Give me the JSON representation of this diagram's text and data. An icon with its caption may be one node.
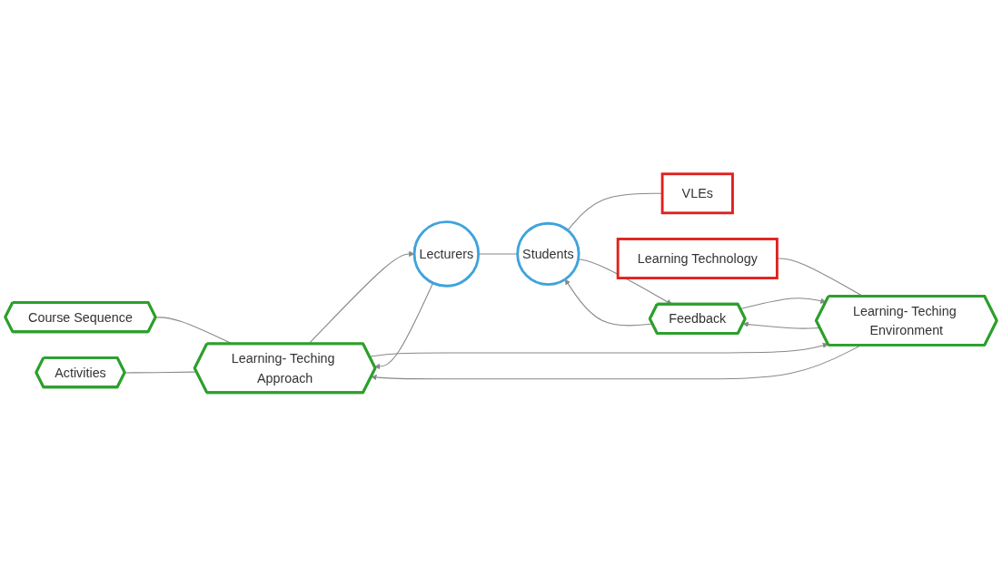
{
  "diagram": {
    "nodes": [
      {
        "text": [
          "Course Sequence"
        ]
      },
      {
        "text": [
          "Activities"
        ]
      },
      {
        "text": [
          "Learning- Teching Approach"
        ]
      },
      {
        "text": [
          "Lecturers"
        ]
      },
      {
        "text": [
          "Students"
        ]
      },
      {
        "text": [
          "VLEs"
        ]
      },
      {
        "text": [
          "Learning Technology"
        ]
      },
      {
        "text": [
          "Learning- Teching Environment"
        ]
      },
      {
        "text": [
          "Feedback"
        ]
      }
    ],
    "edges": [
      {
        "from": 0,
        "to": 2,
        "arrow": "none"
      },
      {
        "from": 1,
        "to": 2,
        "arrow": "none"
      },
      {
        "from": 2,
        "to": 3,
        "arrow": "to"
      },
      {
        "from": 3,
        "to": 2,
        "arrow": "to"
      },
      {
        "from": 3,
        "to": 4,
        "arrow": "none"
      },
      {
        "from": 4,
        "to": 5,
        "arrow": "none"
      },
      {
        "from": 2,
        "to": 7,
        "arrow": "to"
      },
      {
        "from": 7,
        "to": 2,
        "arrow": "to"
      },
      {
        "from": 6,
        "to": 7,
        "arrow": "none"
      },
      {
        "from": 7,
        "to": 8,
        "arrow": "to"
      },
      {
        "from": 8,
        "to": 7,
        "arrow": "to"
      },
      {
        "from": 8,
        "to": 4,
        "arrow": "to"
      },
      {
        "from": 4,
        "to": 8,
        "arrow": "to"
      }
    ]
  }
}
